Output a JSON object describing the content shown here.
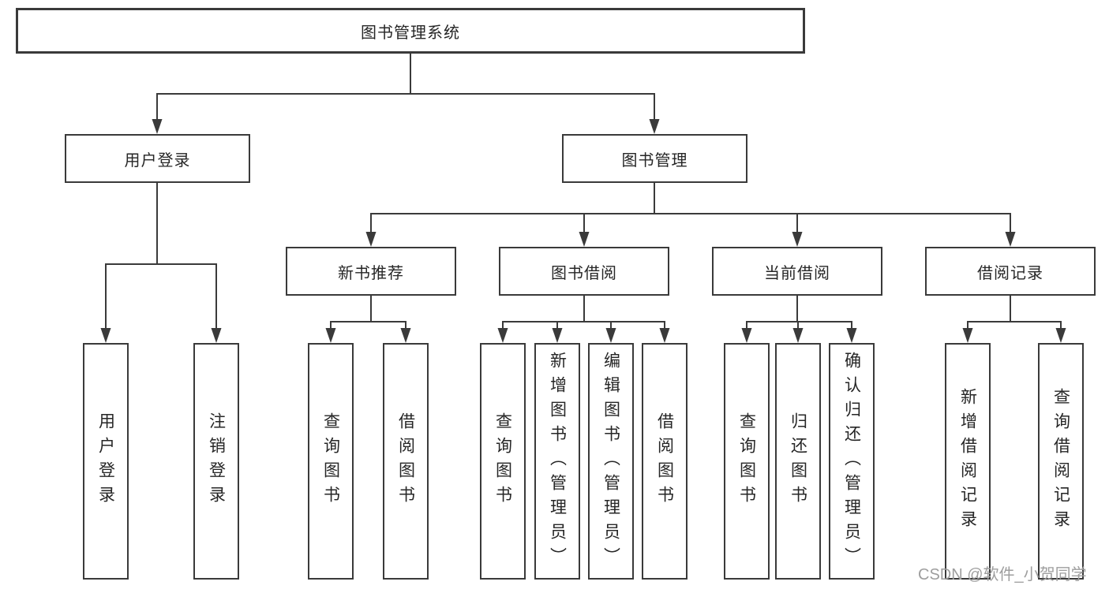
{
  "colors": {
    "background": "#ffffff",
    "box_border": "#3a3a3a",
    "box_fill": "#ffffff",
    "line": "#3a3a3a",
    "text": "#262626",
    "watermark": "#9e9e9e"
  },
  "tree": {
    "root": {
      "label": "图书管理系统"
    },
    "level2": [
      {
        "label": "用户登录",
        "leaves": [
          {
            "label": "用户登录"
          },
          {
            "label": "注销登录"
          }
        ]
      },
      {
        "label": "图书管理",
        "groups": [
          {
            "label": "新书推荐",
            "leaves": [
              {
                "label": "查询图书"
              },
              {
                "label": "借阅图书"
              }
            ]
          },
          {
            "label": "图书借阅",
            "leaves": [
              {
                "label": "查询图书"
              },
              {
                "label": "新增图书（管理员）"
              },
              {
                "label": "编辑图书（管理员）"
              },
              {
                "label": "借阅图书"
              }
            ]
          },
          {
            "label": "当前借阅",
            "leaves": [
              {
                "label": "查询图书"
              },
              {
                "label": "归还图书"
              },
              {
                "label": "确认归还（管理员）"
              }
            ]
          },
          {
            "label": "借阅记录",
            "leaves": [
              {
                "label": "新增借阅记录"
              },
              {
                "label": "查询借阅记录"
              }
            ]
          }
        ]
      }
    ]
  },
  "watermark": {
    "text": "CSDN @软件_小贺同学"
  }
}
